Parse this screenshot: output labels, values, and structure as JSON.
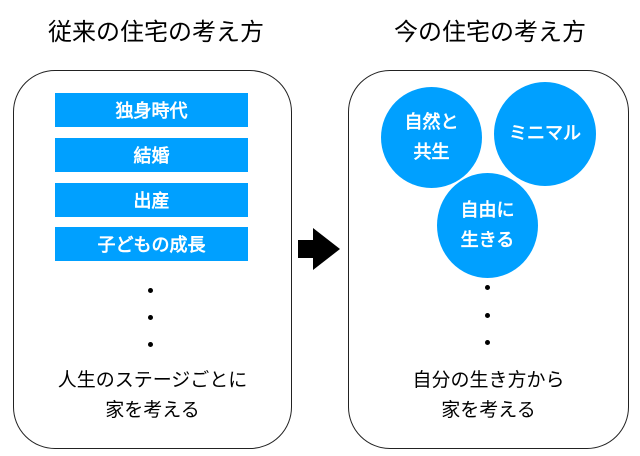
{
  "left": {
    "title": "従来の住宅の考え方",
    "stages": [
      "独身時代",
      "結婚",
      "出産",
      "子どもの成長"
    ],
    "caption_line1": "人生のステージごとに",
    "caption_line2": "家を考える"
  },
  "right": {
    "title": "今の住宅の考え方",
    "circles": [
      {
        "line1": "自然と",
        "line2": "共生"
      },
      {
        "line1": "ミニマル",
        "line2": ""
      },
      {
        "line1": "自由に",
        "line2": "生きる"
      }
    ],
    "caption_line1": "自分の生き方から",
    "caption_line2": "家を考える"
  },
  "colors": {
    "accent": "#00a0ff"
  }
}
